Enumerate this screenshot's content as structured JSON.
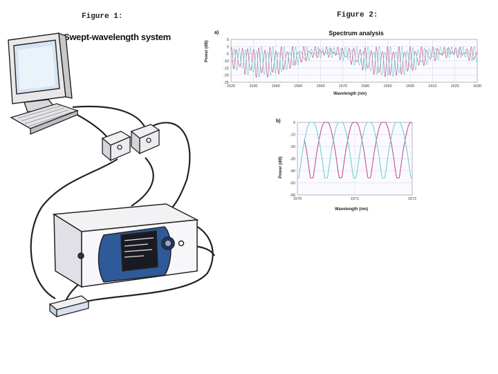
{
  "figure1": {
    "caption": "Figure 1:",
    "title": "Swept-wavelength system"
  },
  "figure2": {
    "caption": "Figure 2:"
  },
  "colors": {
    "magenta": "#c0508f",
    "cyan": "#6fd0c8",
    "blue_panel": "#2f5a9a",
    "grid": "#cfcfe8"
  },
  "chart_data": [
    {
      "panel": "a)",
      "type": "line",
      "title": "Spectrum analysis",
      "xlabel": "Wavelength (nm)",
      "ylabel": "Power (dB)",
      "xlim": [
        1520,
        1630
      ],
      "ylim": [
        -25,
        5
      ],
      "xticks": [
        "1520",
        "1530",
        "1540",
        "1550",
        "1560",
        "1570",
        "1580",
        "1590",
        "1600",
        "1610",
        "1620",
        "1630"
      ],
      "yticks": [
        "5",
        "0",
        "-5",
        "-10",
        "-15",
        "-20",
        "-25"
      ],
      "series": [
        {
          "color": "#c0508f",
          "period_nm": 2.5
        },
        {
          "color": "#6fd0c8",
          "period_nm": 2.5
        }
      ]
    },
    {
      "panel": "b)",
      "type": "line",
      "xlabel": "Wavelength (nm)",
      "ylabel": "Power (dB)",
      "xlim": [
        1570,
        1572
      ],
      "ylim": [
        -60,
        0
      ],
      "xticks": [
        "1570",
        "1571",
        "1572"
      ],
      "yticks": [
        "0",
        "-10",
        "-20",
        "-30",
        "-40",
        "-50",
        "-60"
      ],
      "series": [
        {
          "color": "#c0508f",
          "phase": 0
        },
        {
          "color": "#6fd0c8",
          "phase": 0.5
        }
      ]
    }
  ]
}
